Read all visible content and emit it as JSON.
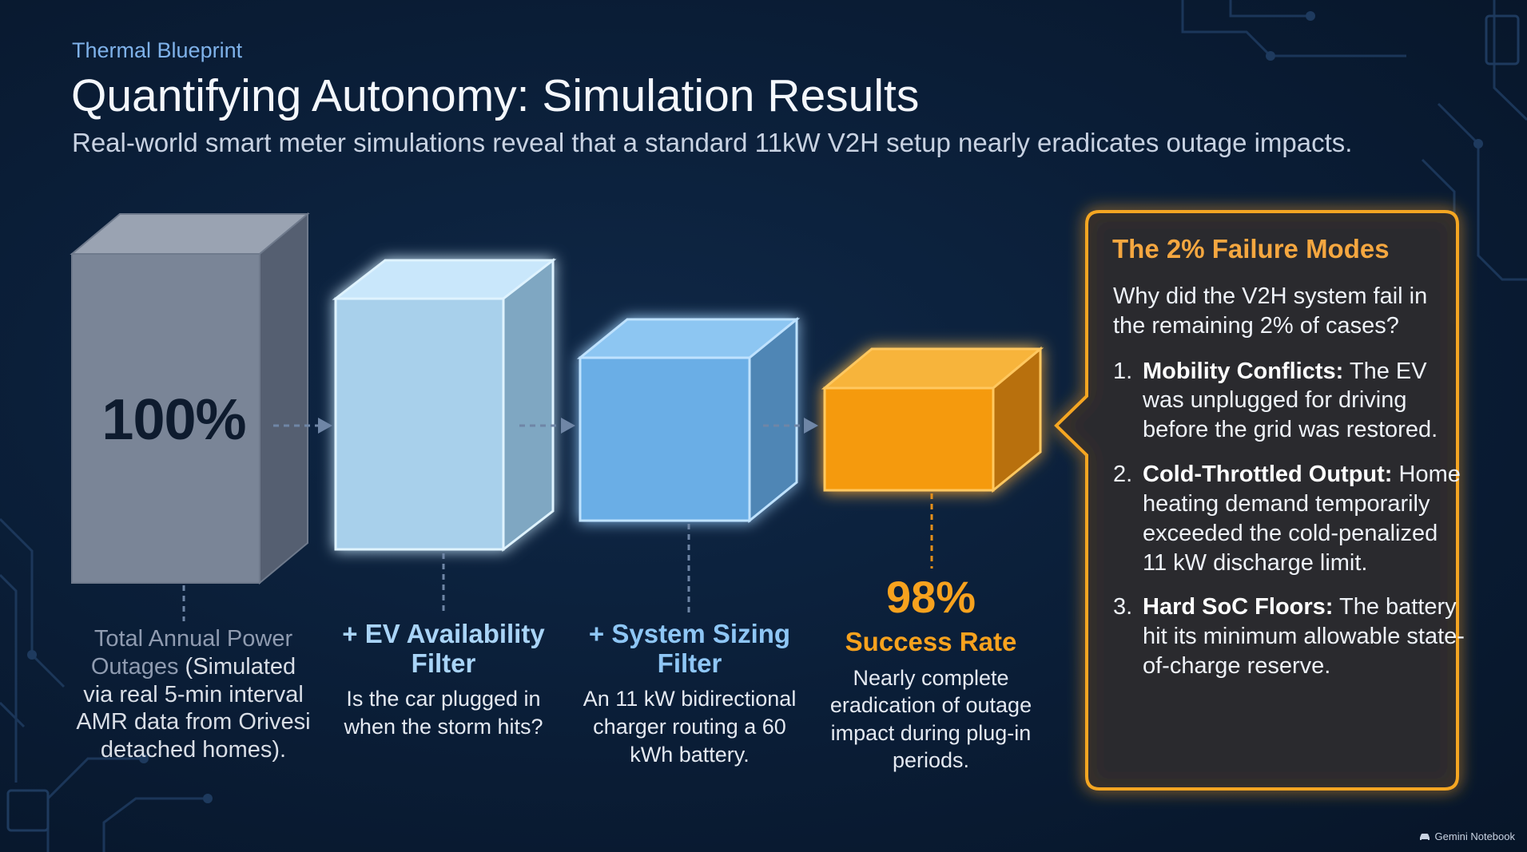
{
  "header": {
    "kicker": "Thermal Blueprint",
    "title": "Quantifying Autonomy: Simulation Results",
    "subtitle": "Real-world smart meter simulations reveal that a standard 11kW V2H setup nearly eradicates outage impacts."
  },
  "stages": [
    {
      "id": "total",
      "value": "100%",
      "caption_muted": "Total Annual Power Outages",
      "caption_rest": " (Simulated via real 5-min interval AMR data from Orivesi detached homes).",
      "color": "#7b8698"
    },
    {
      "id": "ev",
      "title": "+ EV Availability Filter",
      "body": "Is the car plugged in when the storm hits?",
      "color": "#a9d4f7"
    },
    {
      "id": "sizing",
      "title": "+ System Sizing Filter",
      "body": "An 11 kW bidirectional charger routing a 60 kWh battery.",
      "color": "#6fb1ea"
    },
    {
      "id": "success",
      "value": "98%",
      "label": "Success Rate",
      "body": "Nearly complete eradication of outage impact during plug-in periods.",
      "color": "#f7a21e"
    }
  ],
  "failure_panel": {
    "title": "The 2% Failure Modes",
    "intro": "Why did the V2H system fail in the remaining 2% of cases?",
    "items": [
      {
        "num": "1.",
        "heading": "Mobility Conflicts:",
        "text": " The EV was unplugged for driving before the grid was restored."
      },
      {
        "num": "2.",
        "heading": "Cold-Throttled Output:",
        "text": " Home heating demand temporarily exceeded the cold-penalized 11 kW discharge limit."
      },
      {
        "num": "3.",
        "heading": "Hard SoC Floors:",
        "text": " The battery hit its minimum allowable state-of-charge reserve."
      }
    ]
  },
  "footer": {
    "label": "Gemini Notebook",
    "icon": "car-icon"
  }
}
